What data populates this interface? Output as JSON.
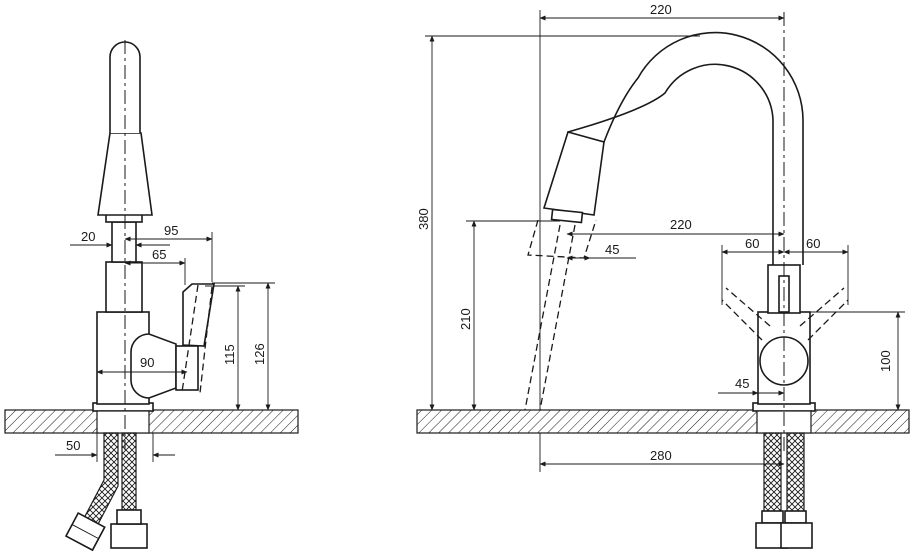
{
  "side_view": {
    "dims": {
      "d20": "20",
      "d95": "95",
      "d65": "65",
      "d90": "90",
      "d115": "115",
      "d126": "126",
      "d50": "50"
    }
  },
  "front_view": {
    "dims": {
      "d220_top": "220",
      "d380": "380",
      "d220_spout": "220",
      "d45_spout": "45",
      "d210": "210",
      "d60_left": "60",
      "d60_right": "60",
      "d100": "100",
      "d45_body": "45",
      "d280": "280"
    }
  },
  "colors": {
    "line": "#1a1a1a",
    "background": "#ffffff"
  }
}
